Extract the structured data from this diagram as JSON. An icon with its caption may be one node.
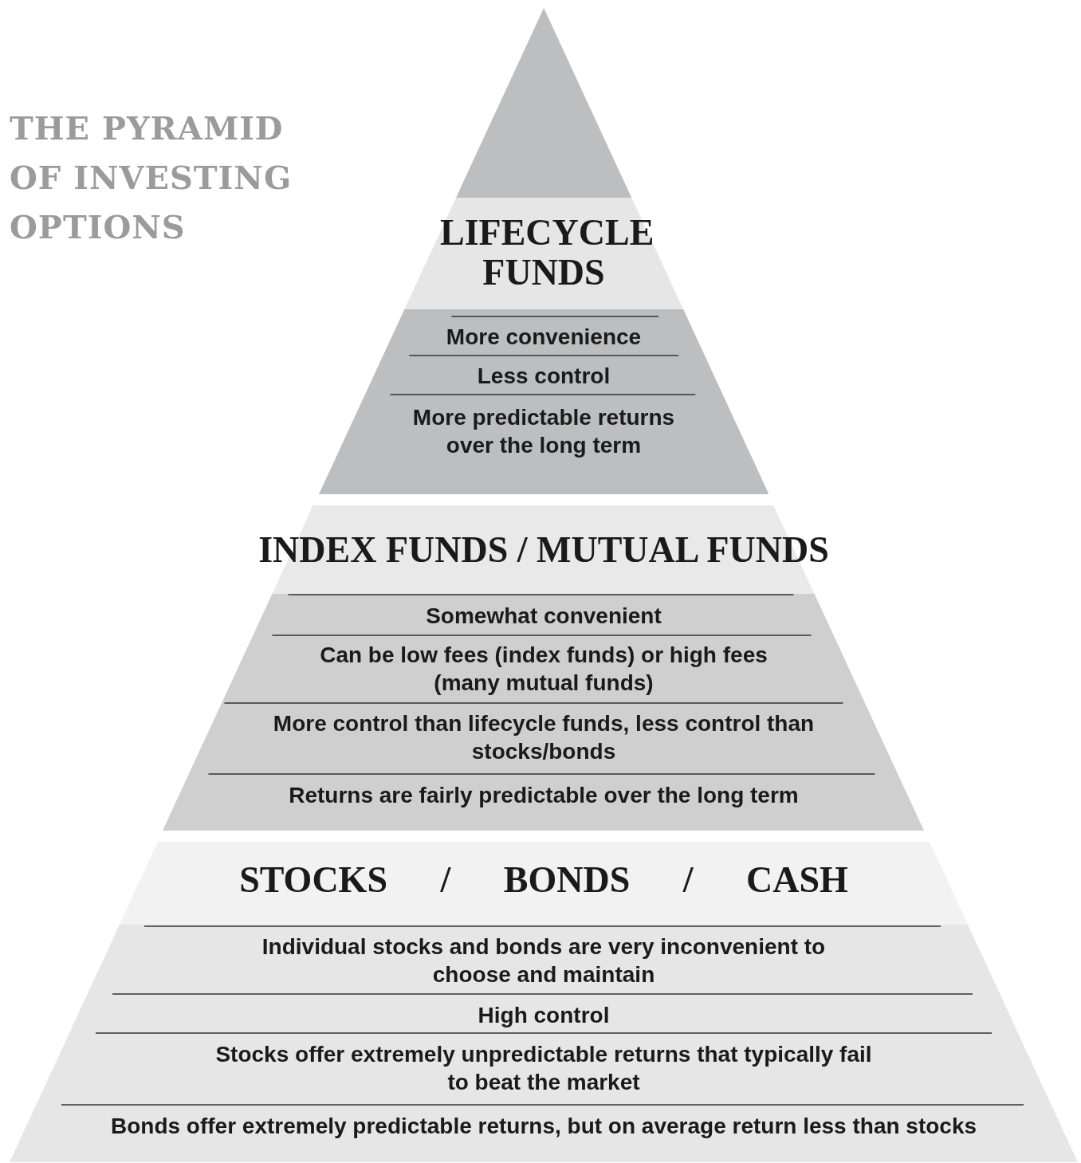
{
  "diagram": {
    "title": "THE PYRAMID OF INVESTING OPTIONS",
    "nodes": [
      {
        "text": [],
        "shape": "triangle"
      },
      {
        "text": [
          "LIFECYCLE FUNDS",
          "More convenience",
          "Less control",
          "More predictable returns over the long term"
        ]
      },
      {
        "text": [
          "INDEX FUNDS / MUTUAL FUNDS",
          "Somewhat convenient",
          "Can be low fees (index funds) or high fees (many mutual funds)",
          "More control than lifecycle funds, less control than stocks/bonds",
          "Returns are fairly predictable over the long term"
        ]
      },
      {
        "text": [
          "STOCKS / BONDS / CASH",
          "Individual stocks and bonds are very inconvenient to choose and maintain",
          "High control",
          "Stocks offer extremely unpredictable returns that typically fail to beat the market",
          "Bonds offer extremely predictable returns, but on average return less than stocks"
        ]
      }
    ]
  }
}
